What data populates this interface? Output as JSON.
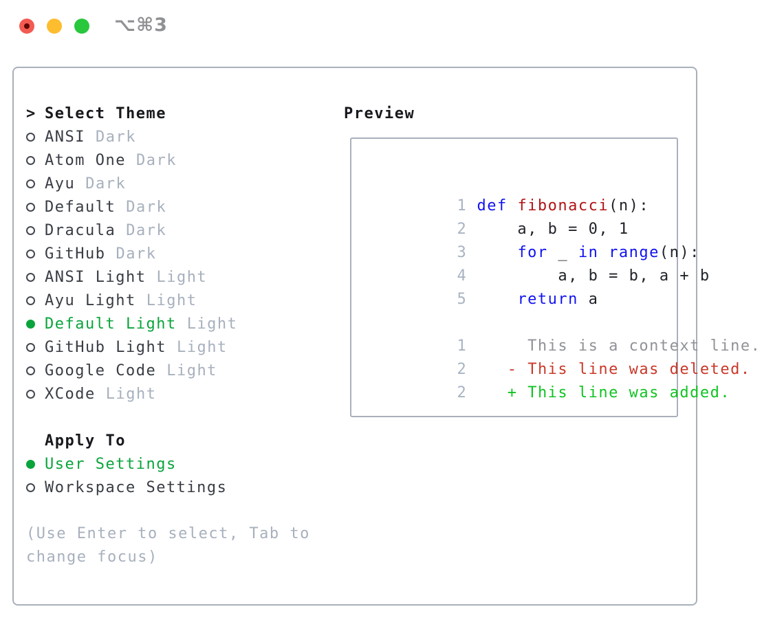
{
  "window": {
    "title": "⌥⌘3",
    "traffic_lights": {
      "close_color": "#f35a51",
      "minimize_color": "#fdbd2f",
      "zoom_color": "#28c73c"
    }
  },
  "colors": {
    "panel_border": "#a9b0bb",
    "heading_text": "#17191d",
    "item_text": "#383c43",
    "muted_text": "#a7b0bd",
    "selection_green": "#0aa43c",
    "keyword_blue": "#1113ef",
    "function_red": "#b11414",
    "context_gray": "#8f9297",
    "deleted_red": "#c9382a",
    "added_green": "#11c322",
    "line_number_gray": "#a8b3c2"
  },
  "theme_picker": {
    "prompt": ">",
    "title": "Select Theme",
    "items": [
      {
        "name": "ANSI",
        "variant": "Dark",
        "selected": false
      },
      {
        "name": "Atom One",
        "variant": "Dark",
        "selected": false
      },
      {
        "name": "Ayu",
        "variant": "Dark",
        "selected": false
      },
      {
        "name": "Default",
        "variant": "Dark",
        "selected": false
      },
      {
        "name": "Dracula",
        "variant": "Dark",
        "selected": false
      },
      {
        "name": "GitHub",
        "variant": "Dark",
        "selected": false
      },
      {
        "name": "ANSI Light",
        "variant": "Light",
        "selected": false
      },
      {
        "name": "Ayu Light",
        "variant": "Light",
        "selected": false
      },
      {
        "name": "Default Light",
        "variant": "Light",
        "selected": true
      },
      {
        "name": "GitHub Light",
        "variant": "Light",
        "selected": false
      },
      {
        "name": "Google Code",
        "variant": "Light",
        "selected": false
      },
      {
        "name": "XCode",
        "variant": "Light",
        "selected": false
      }
    ],
    "apply_to": {
      "title": "Apply To",
      "options": [
        {
          "label": "User Settings",
          "selected": true
        },
        {
          "label": "Workspace Settings",
          "selected": false
        }
      ]
    },
    "hint": "(Use Enter to select, Tab to\nchange focus)"
  },
  "preview": {
    "title": "Preview",
    "code_lines": [
      {
        "num": "1",
        "tokens": [
          {
            "text": "def ",
            "style": "keyword"
          },
          {
            "text": "fibonacci",
            "style": "function"
          },
          {
            "text": "(n):",
            "style": "plain"
          }
        ]
      },
      {
        "num": "2",
        "tokens": [
          {
            "text": "    a, b = 0, 1",
            "style": "plain"
          }
        ]
      },
      {
        "num": "3",
        "tokens": [
          {
            "text": "    ",
            "style": "plain"
          },
          {
            "text": "for",
            "style": "keyword"
          },
          {
            "text": " _ ",
            "style": "plain"
          },
          {
            "text": "in range",
            "style": "keyword"
          },
          {
            "text": "(n):",
            "style": "plain"
          }
        ]
      },
      {
        "num": "4",
        "tokens": [
          {
            "text": "        a, b = b, a + b",
            "style": "plain"
          }
        ]
      },
      {
        "num": "5",
        "tokens": [
          {
            "text": "    ",
            "style": "plain"
          },
          {
            "text": "return",
            "style": "keyword"
          },
          {
            "text": " a",
            "style": "plain"
          }
        ]
      },
      {
        "num": "",
        "tokens": []
      },
      {
        "num": "1",
        "tokens": [
          {
            "text": "     This is a context line.",
            "style": "context"
          }
        ]
      },
      {
        "num": "2",
        "tokens": [
          {
            "text": "   ",
            "style": "plain"
          },
          {
            "text": "- This line was deleted.",
            "style": "deleted"
          }
        ]
      },
      {
        "num": "2",
        "tokens": [
          {
            "text": "   ",
            "style": "plain"
          },
          {
            "text": "+ This line was added.",
            "style": "added"
          }
        ]
      }
    ]
  }
}
